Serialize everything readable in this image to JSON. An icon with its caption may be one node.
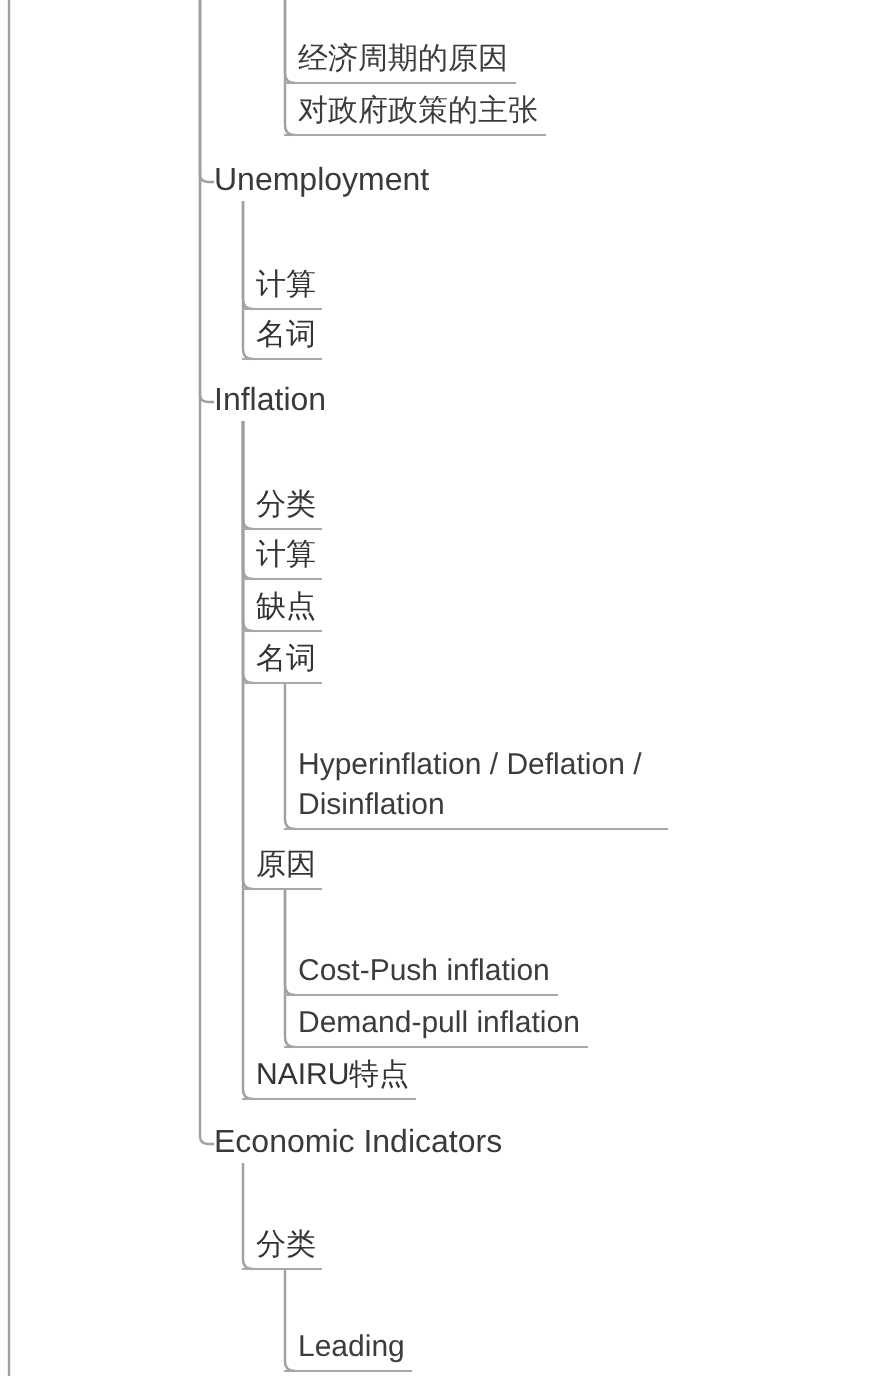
{
  "diagram": {
    "nodes": [
      {
        "text": [
          "经济周期的原因"
        ]
      },
      {
        "text": [
          "对政府政策的主张"
        ]
      },
      {
        "text": [
          "Unemployment"
        ]
      },
      {
        "text": [
          "计算"
        ]
      },
      {
        "text": [
          "名词"
        ]
      },
      {
        "text": [
          "Inflation"
        ]
      },
      {
        "text": [
          "分类"
        ]
      },
      {
        "text": [
          "计算"
        ]
      },
      {
        "text": [
          "缺点"
        ]
      },
      {
        "text": [
          "名词"
        ]
      },
      {
        "text": [
          "Hyperinflation / Deflation / Disinflation"
        ]
      },
      {
        "text": [
          "原因"
        ]
      },
      {
        "text": [
          "Cost-Push inflation"
        ]
      },
      {
        "text": [
          "Demand-pull inflation"
        ]
      },
      {
        "text": [
          "NAIRU特点"
        ]
      },
      {
        "text": [
          "Economic Indicators"
        ]
      },
      {
        "text": [
          "分类"
        ]
      },
      {
        "text": [
          "Leading"
        ]
      }
    ],
    "edges": [
      {
        "from": null,
        "to": 0,
        "arrow": "none"
      },
      {
        "from": null,
        "to": 1,
        "arrow": "none"
      },
      {
        "from": null,
        "to": 2,
        "arrow": "none"
      },
      {
        "from": 2,
        "to": 3,
        "arrow": "none"
      },
      {
        "from": 2,
        "to": 4,
        "arrow": "none"
      },
      {
        "from": null,
        "to": 5,
        "arrow": "none"
      },
      {
        "from": 5,
        "to": 6,
        "arrow": "none"
      },
      {
        "from": 5,
        "to": 7,
        "arrow": "none"
      },
      {
        "from": 5,
        "to": 8,
        "arrow": "none"
      },
      {
        "from": 5,
        "to": 9,
        "arrow": "none"
      },
      {
        "from": 9,
        "to": 10,
        "arrow": "none"
      },
      {
        "from": 5,
        "to": 11,
        "arrow": "none"
      },
      {
        "from": 11,
        "to": 12,
        "arrow": "none"
      },
      {
        "from": 11,
        "to": 13,
        "arrow": "none"
      },
      {
        "from": 5,
        "to": 14,
        "arrow": "none"
      },
      {
        "from": null,
        "to": 15,
        "arrow": "none"
      },
      {
        "from": 15,
        "to": 16,
        "arrow": "none"
      },
      {
        "from": 16,
        "to": 17,
        "arrow": "none"
      }
    ]
  }
}
